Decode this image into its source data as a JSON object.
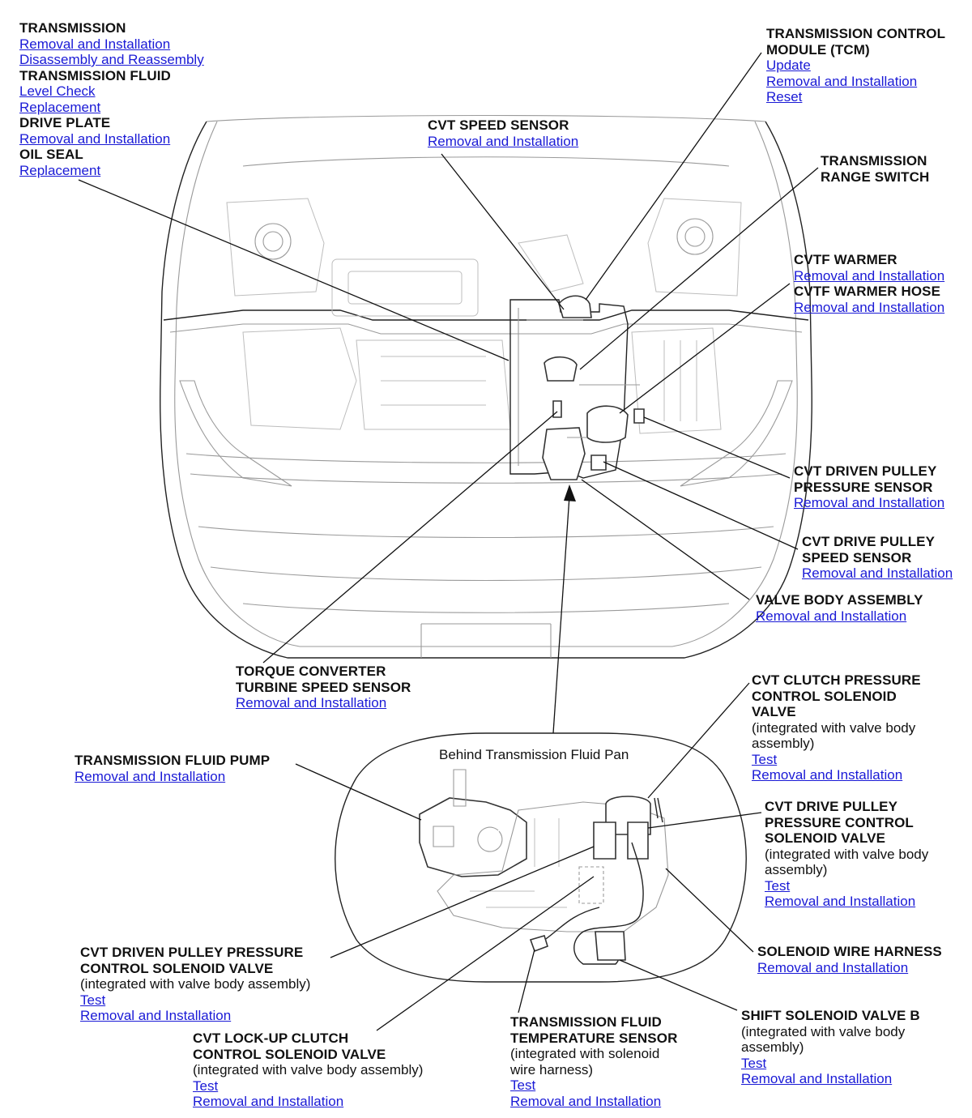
{
  "inset": {
    "caption": "Behind Transmission Fluid Pan"
  },
  "callouts": {
    "transmission": {
      "title": "TRANSMISSION",
      "links": [
        "Removal and Installation",
        "Disassembly and Reassembly"
      ]
    },
    "transmission_fluid": {
      "title": "TRANSMISSION FLUID",
      "links": [
        "Level Check",
        "Replacement"
      ]
    },
    "drive_plate": {
      "title": "DRIVE PLATE",
      "links": [
        "Removal and Installation"
      ]
    },
    "oil_seal": {
      "title": "OIL SEAL",
      "links": [
        "Replacement"
      ]
    },
    "cvt_speed_sensor": {
      "title": "CVT SPEED SENSOR",
      "links": [
        "Removal and Installation"
      ]
    },
    "tcm": {
      "title_1": "TRANSMISSION CONTROL",
      "title_2": "MODULE (TCM)",
      "links": [
        "Update",
        "Removal and Installation",
        "Reset"
      ]
    },
    "range_switch": {
      "title_1": "TRANSMISSION",
      "title_2": "RANGE SWITCH"
    },
    "cvtf_warmer": {
      "title": "CVTF WARMER",
      "links": [
        "Removal and Installation"
      ]
    },
    "cvtf_warmer_hose": {
      "title": "CVTF WARMER HOSE",
      "links": [
        "Removal and Installation"
      ]
    },
    "driven_pulley_pressure_sensor": {
      "title_1": "CVT DRIVEN PULLEY",
      "title_2": "PRESSURE SENSOR",
      "links": [
        "Removal and Installation"
      ]
    },
    "drive_pulley_speed_sensor": {
      "title_1": "CVT DRIVE PULLEY",
      "title_2": "SPEED SENSOR",
      "links": [
        "Removal and Installation"
      ]
    },
    "valve_body": {
      "title": "VALVE BODY ASSEMBLY",
      "links": [
        "Removal and Installation"
      ]
    },
    "turbine_speed_sensor": {
      "title_1": "TORQUE CONVERTER",
      "title_2": "TURBINE SPEED SENSOR",
      "links": [
        "Removal and Installation"
      ]
    },
    "fluid_pump": {
      "title": "TRANSMISSION FLUID PUMP",
      "links": [
        "Removal and Installation"
      ]
    },
    "clutch_pressure_solenoid": {
      "title_1": "CVT CLUTCH PRESSURE",
      "title_2": "CONTROL SOLENOID",
      "title_3": "VALVE",
      "note_1": "(integrated with valve body",
      "note_2": "assembly)",
      "links": [
        "Test",
        "Removal and Installation"
      ]
    },
    "drive_pulley_pressure_solenoid": {
      "title_1": "CVT DRIVE PULLEY",
      "title_2": "PRESSURE CONTROL",
      "title_3": "SOLENOID VALVE",
      "note_1": "(integrated with valve body",
      "note_2": "assembly)",
      "links": [
        "Test",
        "Removal and Installation"
      ]
    },
    "solenoid_wire_harness": {
      "title": "SOLENOID WIRE HARNESS",
      "links": [
        "Removal and Installation"
      ]
    },
    "shift_solenoid_b": {
      "title": "SHIFT SOLENOID VALVE B",
      "note_1": "(integrated with valve body",
      "note_2": "assembly)",
      "links": [
        "Test",
        "Removal and Installation"
      ]
    },
    "fluid_temp_sensor": {
      "title_1": "TRANSMISSION FLUID",
      "title_2": "TEMPERATURE SENSOR",
      "note_1": "(integrated with solenoid",
      "note_2": "wire harness)",
      "links": [
        "Test",
        "Removal and Installation"
      ]
    },
    "lockup_solenoid": {
      "title_1": "CVT LOCK-UP CLUTCH",
      "title_2": "CONTROL SOLENOID VALVE",
      "note_1": "(integrated with valve body assembly)",
      "links": [
        "Test",
        "Removal and Installation"
      ]
    },
    "driven_pulley_pressure_solenoid": {
      "title_1": "CVT DRIVEN PULLEY PRESSURE",
      "title_2": "CONTROL SOLENOID VALVE",
      "note_1": "(integrated with valve body assembly)",
      "links": [
        "Test",
        "Removal and Installation"
      ]
    }
  }
}
